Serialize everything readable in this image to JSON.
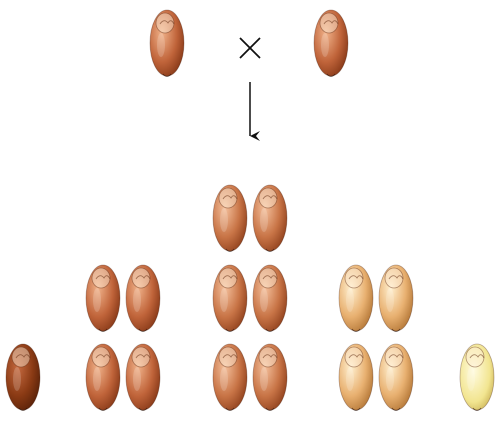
{
  "cross": {
    "parents": [
      {
        "shade": "dark-red"
      },
      {
        "shade": "dark-red"
      }
    ],
    "symbol": "cross-symbol",
    "arrow": "down-arrow"
  },
  "offspring_groups": [
    {
      "shade": "darkest-red",
      "count": 1
    },
    {
      "shade": "dark-red",
      "count": 4
    },
    {
      "shade": "medium-red",
      "count": 6
    },
    {
      "shade": "light-red",
      "count": 4
    },
    {
      "shade": "white",
      "count": 1
    }
  ],
  "colors": {
    "darkest-red": "#8a3a14",
    "dark-red": "#b4532a",
    "medium-red": "#c0693a",
    "light-red": "#e2a860",
    "white": "#eedd7a"
  }
}
